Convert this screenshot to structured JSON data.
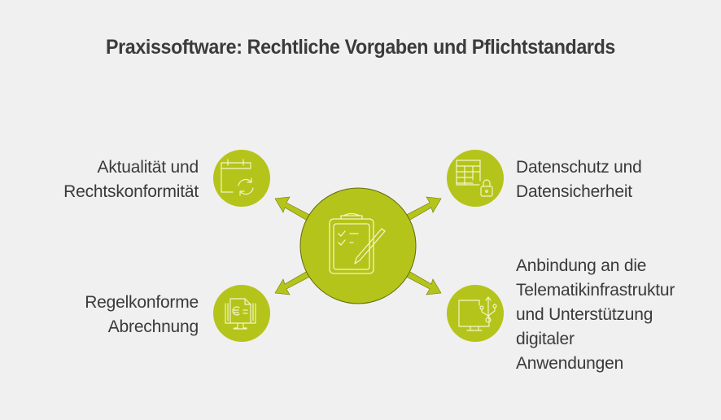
{
  "title": "Praxissoftware: Rechtliche Vorgaben und Pflichtstandards",
  "colors": {
    "background": "#f0f0f0",
    "accent": "#b5c41a",
    "icon_stroke": "#f3f5c8",
    "text": "#3a3a3a"
  },
  "center": {
    "icon": "clipboard-pencil-icon"
  },
  "items": [
    {
      "position": "top-left",
      "icon": "calendar-refresh-icon",
      "lines": [
        "Aktualität und",
        "Rechtskonformität"
      ]
    },
    {
      "position": "top-right",
      "icon": "table-lock-icon",
      "lines": [
        "Datenschutz und",
        "Datensicherheit"
      ]
    },
    {
      "position": "bottom-left",
      "icon": "monitor-euro-invoice-icon",
      "lines": [
        "Regelkonforme",
        "Abrechnung"
      ]
    },
    {
      "position": "bottom-right",
      "icon": "monitor-usb-icon",
      "lines": [
        "Anbindung an die",
        "Telematikinfrastruktur",
        "und Unterstützung",
        "digitaler",
        "Anwendungen"
      ]
    }
  ]
}
